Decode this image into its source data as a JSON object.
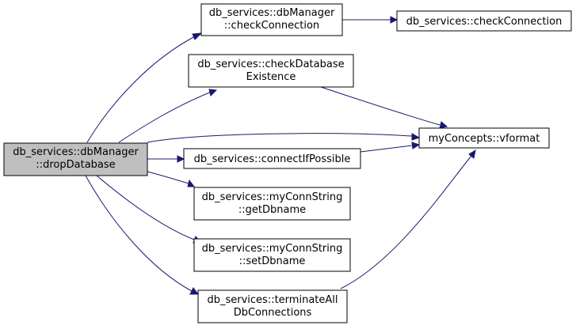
{
  "colors": {
    "edge": "#191970",
    "node_fill": "#ffffff",
    "highlight_fill": "#bfbfbf",
    "border": "#000000"
  },
  "nodes": {
    "dropDatabase": {
      "lines": [
        "db_services::dbManager",
        "::dropDatabase"
      ],
      "highlighted": true
    },
    "dbManagerCheckConnection": {
      "lines": [
        "db_services::dbManager",
        "::checkConnection"
      ]
    },
    "checkConnection": {
      "lines": [
        "db_services::checkConnection"
      ]
    },
    "checkDatabaseExistence": {
      "lines": [
        "db_services::checkDatabase",
        "Existence"
      ]
    },
    "vformat": {
      "lines": [
        "myConcepts::vformat"
      ]
    },
    "connectIfPossible": {
      "lines": [
        "db_services::connectIfPossible"
      ]
    },
    "getDbname": {
      "lines": [
        "db_services::myConnString",
        "::getDbname"
      ]
    },
    "setDbname": {
      "lines": [
        "db_services::myConnString",
        "::setDbname"
      ]
    },
    "terminateAllDbConnections": {
      "lines": [
        "db_services::terminateAll",
        "DbConnections"
      ]
    }
  },
  "edges": [
    {
      "from": "dropDatabase",
      "to": "dbManagerCheckConnection"
    },
    {
      "from": "dropDatabase",
      "to": "checkDatabaseExistence"
    },
    {
      "from": "dropDatabase",
      "to": "vformat"
    },
    {
      "from": "dropDatabase",
      "to": "connectIfPossible"
    },
    {
      "from": "dropDatabase",
      "to": "getDbname"
    },
    {
      "from": "dropDatabase",
      "to": "setDbname"
    },
    {
      "from": "dropDatabase",
      "to": "terminateAllDbConnections"
    },
    {
      "from": "dbManagerCheckConnection",
      "to": "checkConnection"
    },
    {
      "from": "checkDatabaseExistence",
      "to": "vformat"
    },
    {
      "from": "connectIfPossible",
      "to": "vformat"
    },
    {
      "from": "terminateAllDbConnections",
      "to": "vformat"
    }
  ]
}
